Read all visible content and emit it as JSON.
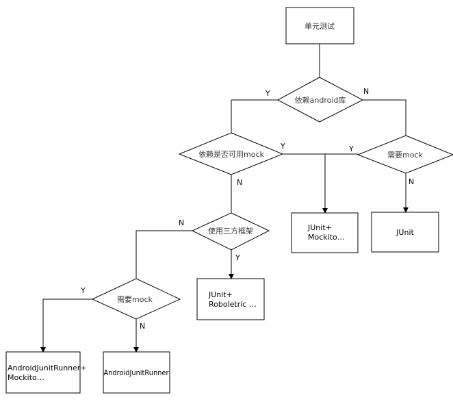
{
  "nodes": {
    "unit_test": "单元测试",
    "depends_android": "依赖android库",
    "depends_mockable": "依赖是否可用mock",
    "need_mock_right": "需要mock",
    "third_party": "使用三方框架",
    "need_mock_left": "需要mock",
    "junit_mockito_line1": "JUnit+",
    "junit_mockito_line2": "Mockito…",
    "junit": "JUnit",
    "junit_robolectric_line1": "JUnit+",
    "junit_robolectric_line2": "Roboletric …",
    "runner_mockito_line1": "AndroidJunitRunner+",
    "runner_mockito_line2": "Mockito…",
    "runner": "AndroidJunitRunner"
  },
  "edges": {
    "android_yes": "Y",
    "android_no": "N",
    "mockable_yes": "Y",
    "mockable_no": "N",
    "right_need_mock_yes": "Y",
    "right_need_mock_no": "N",
    "third_party_no": "N",
    "third_party_yes": "Y",
    "left_need_mock_yes": "Y",
    "left_need_mock_no": "N"
  }
}
